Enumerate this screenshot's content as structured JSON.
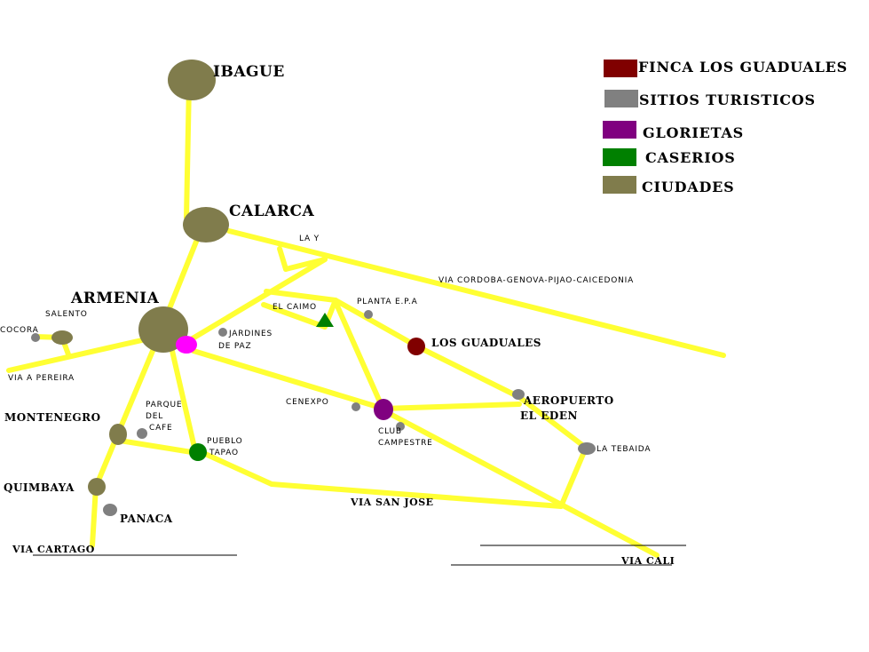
{
  "legend": {
    "finca": {
      "label": "FINCA LOS GUADUALES",
      "color": "#800000"
    },
    "sitios": {
      "label": "SITIOS TURISTICOS",
      "color": "#808080"
    },
    "glorietas": {
      "label": "GLORIETAS",
      "color": "#800080"
    },
    "caserios": {
      "label": "CASERIOS",
      "color": "#008000"
    },
    "ciudades": {
      "label": "CIUDADES",
      "color": "#807c4c"
    }
  },
  "colors": {
    "road": "#ffff33",
    "roundabout_armenia": "#ff00ff"
  },
  "cities": {
    "ibague": "IBAGUE",
    "calarca": "CALARCA",
    "armenia": "ARMENIA",
    "montenegro": "MONTENEGRO",
    "quimbaya": "QUIMBAYA"
  },
  "places": {
    "la_y": "LA Y",
    "via_cordoba": "VIA CORDOBA-GENOVA-PIJAO-CAICEDONIA",
    "el_caimo": "EL CAIMO",
    "planta_epa": "PLANTA E.P.A",
    "los_guaduales": "LOS GUADUALES",
    "salento": "SALENTO",
    "cocora": "COCORA",
    "via_pereira": "VIA A PEREIRA",
    "jardines_line1": "JARDINES",
    "jardines_line2": "DE PAZ",
    "cenexpo": "CENEXPO",
    "aeropuerto_line1": "AEROPUERTO",
    "aeropuerto_line2": "EL EDEN",
    "parque_line1": "PARQUE",
    "parque_line2": "DEL",
    "parque_line3": "CAFE",
    "club_line1": "CLUB",
    "club_line2": "CAMPESTRE",
    "pueblo_line1": "PUEBLO",
    "pueblo_line2": "TAPAO",
    "la_tebaida": "LA TEBAIDA",
    "panaca": "PANACA",
    "via_san_jose": "VIA SAN JOSE",
    "via_cartago": "VIA CARTAGO",
    "via_cali": "VIA CALI"
  }
}
